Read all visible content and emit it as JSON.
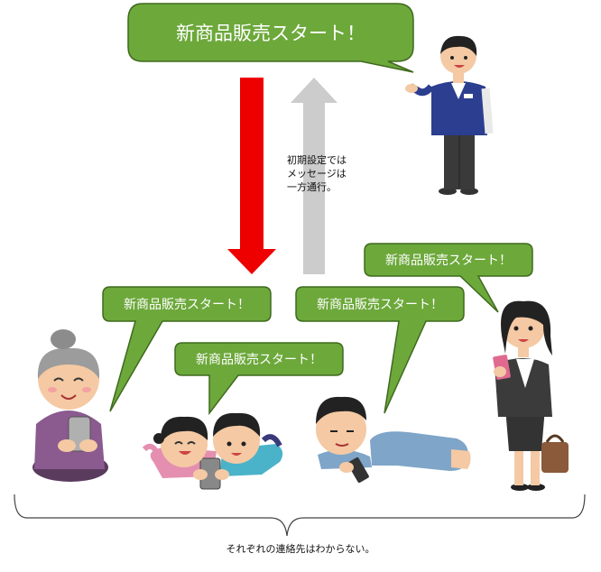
{
  "colors": {
    "bubble_fill": "#6da83b",
    "bubble_stroke": "#3f6a1e",
    "down_arrow": "#ee0000",
    "up_arrow": "#cccccc"
  },
  "store_message": "新商品販売スタート！",
  "customer_messages": [
    "新商品販売スタート！",
    "新商品販売スタート！",
    "新商品販売スタート！",
    "新商品販売スタート！"
  ],
  "note": "初期設定では\nメッセージは\n一方通行。",
  "caption": "それぞれの連絡先はわからない。",
  "people": [
    "store-clerk",
    "grandmother",
    "children",
    "young-man",
    "businesswoman"
  ]
}
